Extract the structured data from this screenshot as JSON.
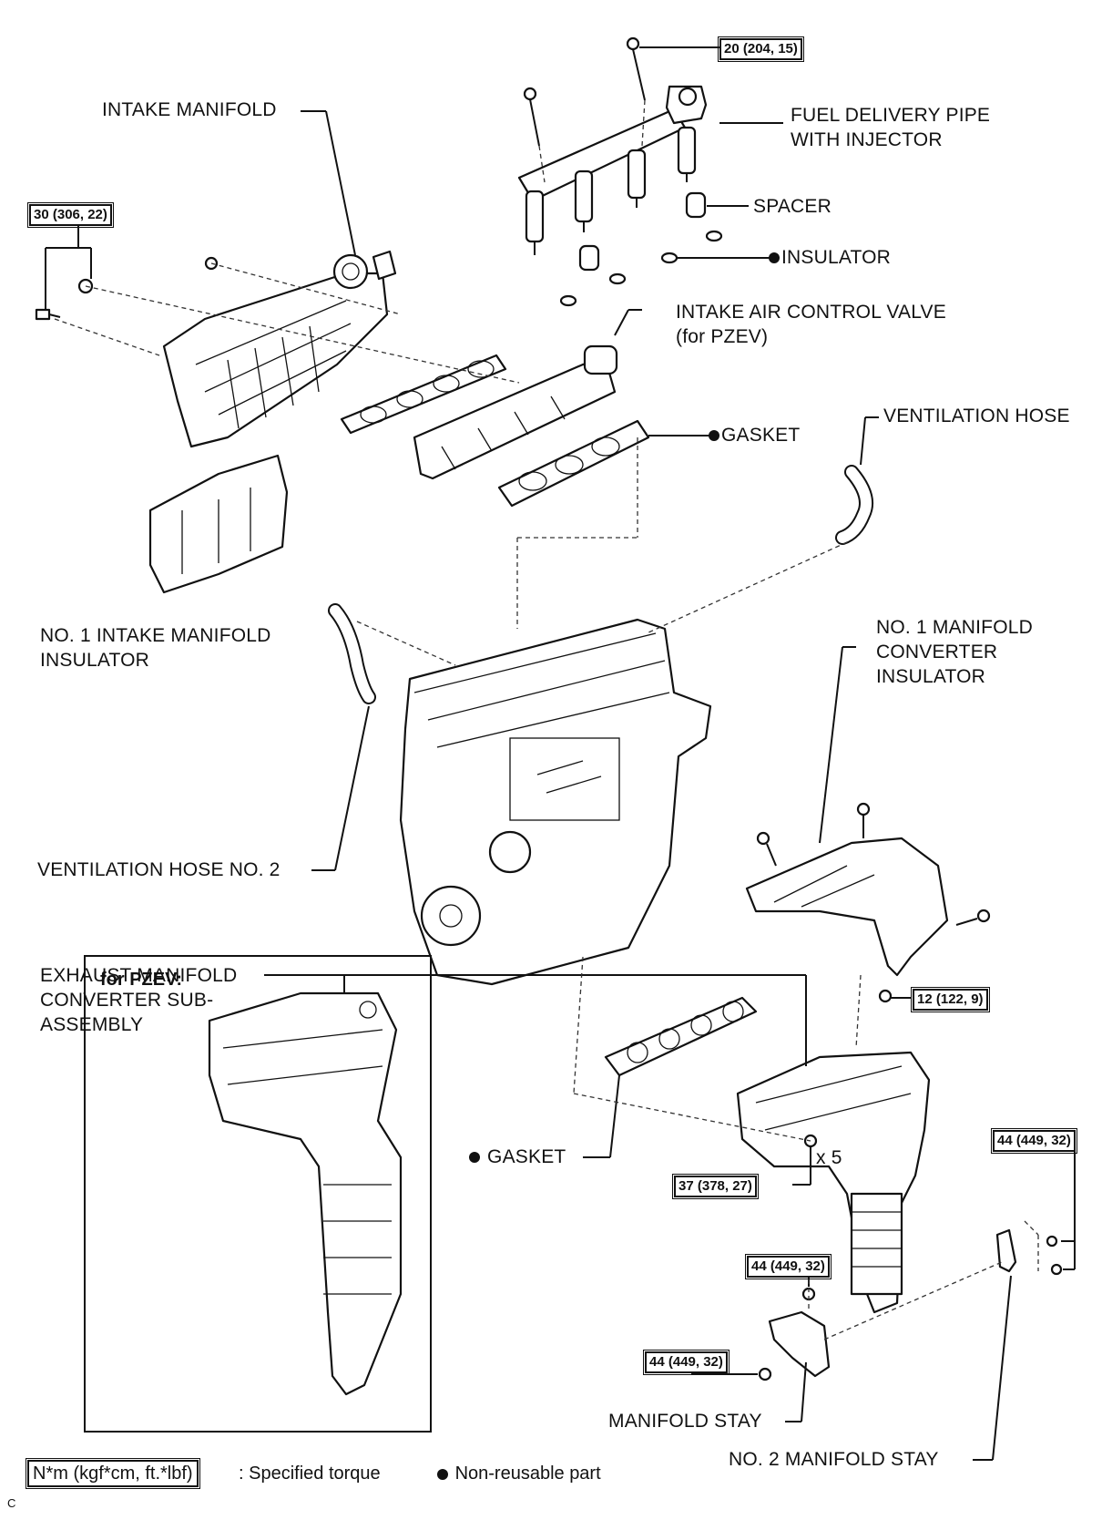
{
  "labels": {
    "intake_manifold": "INTAKE MANIFOLD",
    "fuel_delivery_pipe": "FUEL DELIVERY PIPE\nWITH INJECTOR",
    "spacer": "SPACER",
    "insulator": "INSULATOR",
    "intake_air_control_valve": "INTAKE AIR CONTROL VALVE\n(for PZEV)",
    "gasket_upper": "GASKET",
    "ventilation_hose": "VENTILATION HOSE",
    "no1_intake_manifold_insulator": "NO. 1 INTAKE MANIFOLD\nINSULATOR",
    "no1_manifold_converter_insulator": "NO. 1 MANIFOLD\nCONVERTER\nINSULATOR",
    "ventilation_hose_no2": "VENTILATION HOSE NO. 2",
    "exhaust_manifold_converter": "EXHAUST MANIFOLD\nCONVERTER SUB-\nASSEMBLY",
    "for_pzev": "for PZEV:",
    "gasket_lower": "GASKET",
    "x5": "x 5",
    "manifold_stay": "MANIFOLD STAY",
    "no2_manifold_stay": "NO. 2 MANIFOLD STAY",
    "corner_mark": "C"
  },
  "torques": {
    "fuel_pipe_bolt": "20 (204, 15)",
    "intake_manifold_bolt": "30 (306, 22)",
    "insulator_bolt": "12 (122, 9)",
    "exhaust_nut": "37 (378, 27)",
    "no2_stay_bolt": "44 (449, 32)",
    "stay_bolt_upper": "44 (449, 32)",
    "stay_bolt_lower": "44 (449, 32)"
  },
  "legend": {
    "torque_unit": "N*m (kgf*cm, ft.*lbf)",
    "torque_desc": ": Specified torque",
    "non_reusable": "Non-reusable part"
  }
}
